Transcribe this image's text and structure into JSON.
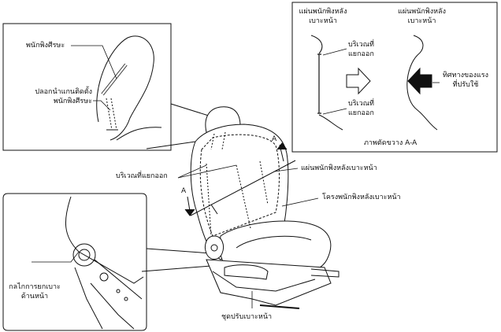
{
  "labels": {
    "headrest": "พนักพิงศีรษะ",
    "headrest_guide_line1": "ปลอกนำแกนติดตั้ง",
    "headrest_guide_line2": "พนักพิงศีรษะ",
    "detach_area": "บริเวณที่แยกออก",
    "section_marker_a_top": "A",
    "section_marker_a_left": "A",
    "seatback_panel": "แผ่นพนักพิงหลังเบาะหน้า",
    "seatback_frame": "โครงพนักพิงหลังเบาะหน้า",
    "lifter_line1": "กลไกการยกเบาะ",
    "lifter_line2": "ด้านหน้า",
    "adjuster": "ชุดปรับเบาะหน้า"
  },
  "section": {
    "panel_left_line1": "แผ่นพนักพิงหลัง",
    "panel_left_line2": "เบาะหน้า",
    "panel_right_line1": "แผ่นพนักพิงหลัง",
    "panel_right_line2": "เบาะหน้า",
    "detach_top_line1": "บริเวณที่",
    "detach_top_line2": "แยกออก",
    "detach_bottom_line1": "บริเวณที่",
    "detach_bottom_line2": "แยกออก",
    "force_line1": "ทิศทางของแรง",
    "force_line2": "ที่ปรับใช้",
    "caption": "ภาพตัดขวาง A-A"
  }
}
